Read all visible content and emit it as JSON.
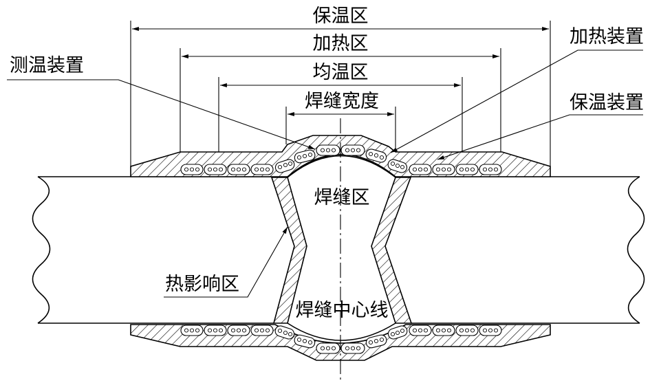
{
  "labels": {
    "insulation_zone": "保温区",
    "heating_zone": "加热区",
    "soaking_zone": "均温区",
    "weld_width": "焊缝宽度",
    "thermometer": "测温装置",
    "heater": "加热装置",
    "insulator": "保温装置",
    "weld_zone": "焊缝区",
    "haz": "热影响区",
    "weld_centerline": "焊缝中心线"
  }
}
